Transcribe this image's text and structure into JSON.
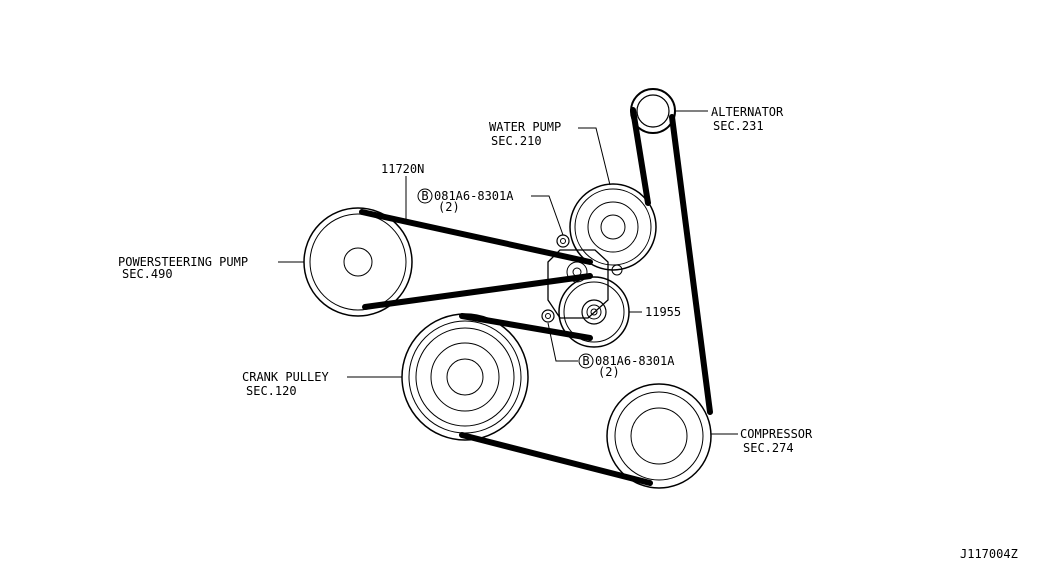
{
  "labels": {
    "alternator": {
      "name": "ALTERNATOR",
      "sec": "SEC.231"
    },
    "water_pump": {
      "name": "WATER PUMP",
      "sec": "SEC.210"
    },
    "belt_part": "11720N",
    "bolt_top": {
      "code": "081A6-8301A",
      "qty": "(2)"
    },
    "bolt_bottom": {
      "code": "081A6-8301A",
      "qty": "(2)"
    },
    "bolt_mark": "B",
    "power_steering": {
      "name": "POWERSTEERING PUMP",
      "sec": "SEC.490"
    },
    "tensioner_part": "11955",
    "crank": {
      "name": "CRANK PULLEY",
      "sec": "SEC.120"
    },
    "compressor": {
      "name": "COMPRESSOR",
      "sec": "SEC.274"
    },
    "figure_id": "J117004Z"
  }
}
